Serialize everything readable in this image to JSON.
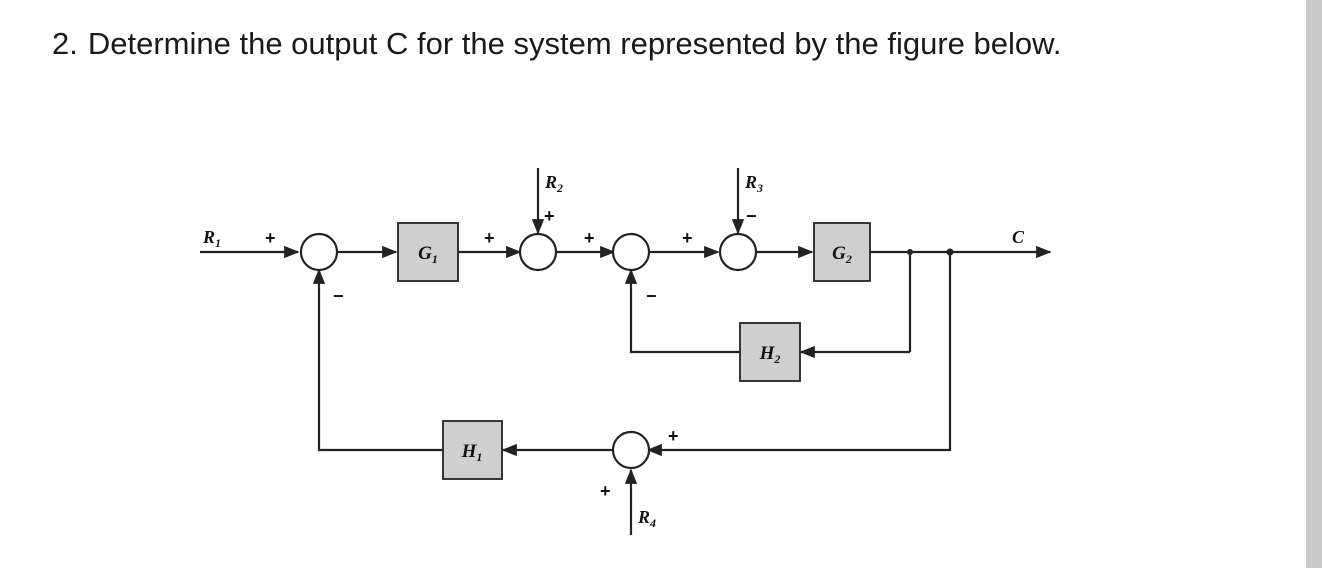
{
  "question": {
    "number": "2.",
    "text": "Determine the output C for the system represented by the figure below."
  },
  "diagram": {
    "inputs": {
      "r1": "R1",
      "r2": "R2",
      "r3": "R3",
      "r4": "R4"
    },
    "output": "C",
    "blocks": {
      "g1": "G1",
      "g2": "G2",
      "h1": "H1",
      "h2": "H2"
    },
    "signs": {
      "s1_in": "+",
      "s1_fb": "−",
      "s2_in": "+",
      "s2_r2": "+",
      "s3_in": "+",
      "s3_fb": "−",
      "s4_in": "+",
      "s4_r3": "−",
      "s5_out": "+",
      "s5_r4": "+"
    }
  }
}
